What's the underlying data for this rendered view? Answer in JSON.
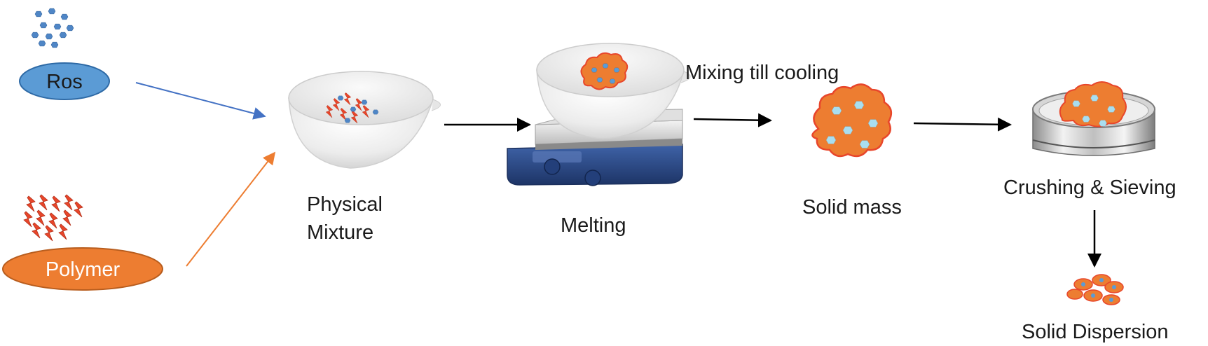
{
  "inputs": {
    "drug_label": "Ros",
    "polymer_label": "Polymer"
  },
  "steps": {
    "physical_mixture": [
      "Physical",
      "Mixture"
    ],
    "melting": "Melting",
    "mixing": "Mixing till cooling",
    "solid_mass": "Solid mass",
    "crushing": "Crushing & Sieving",
    "solid_dispersion": "Solid Dispersion"
  },
  "colors": {
    "drug_oval": "#5b9bd5",
    "drug_particle": "#4f86c6",
    "polymer_oval": "#ed7d31",
    "polymer_particle": "#e8462b",
    "solid_mass": "#ed7d31",
    "crystal": "#a9def0",
    "arrow_blue": "#4472c4",
    "arrow_orange": "#ed7d31",
    "arrow_black": "#000000",
    "hotplate": "#2f4f8f"
  },
  "icons": [
    "drug-particles-icon",
    "polymer-particles-icon",
    "mortar-bowl-icon",
    "hotplate-stirrer-icon",
    "solid-mass-icon",
    "sieve-icon",
    "dispersion-particles-icon"
  ]
}
